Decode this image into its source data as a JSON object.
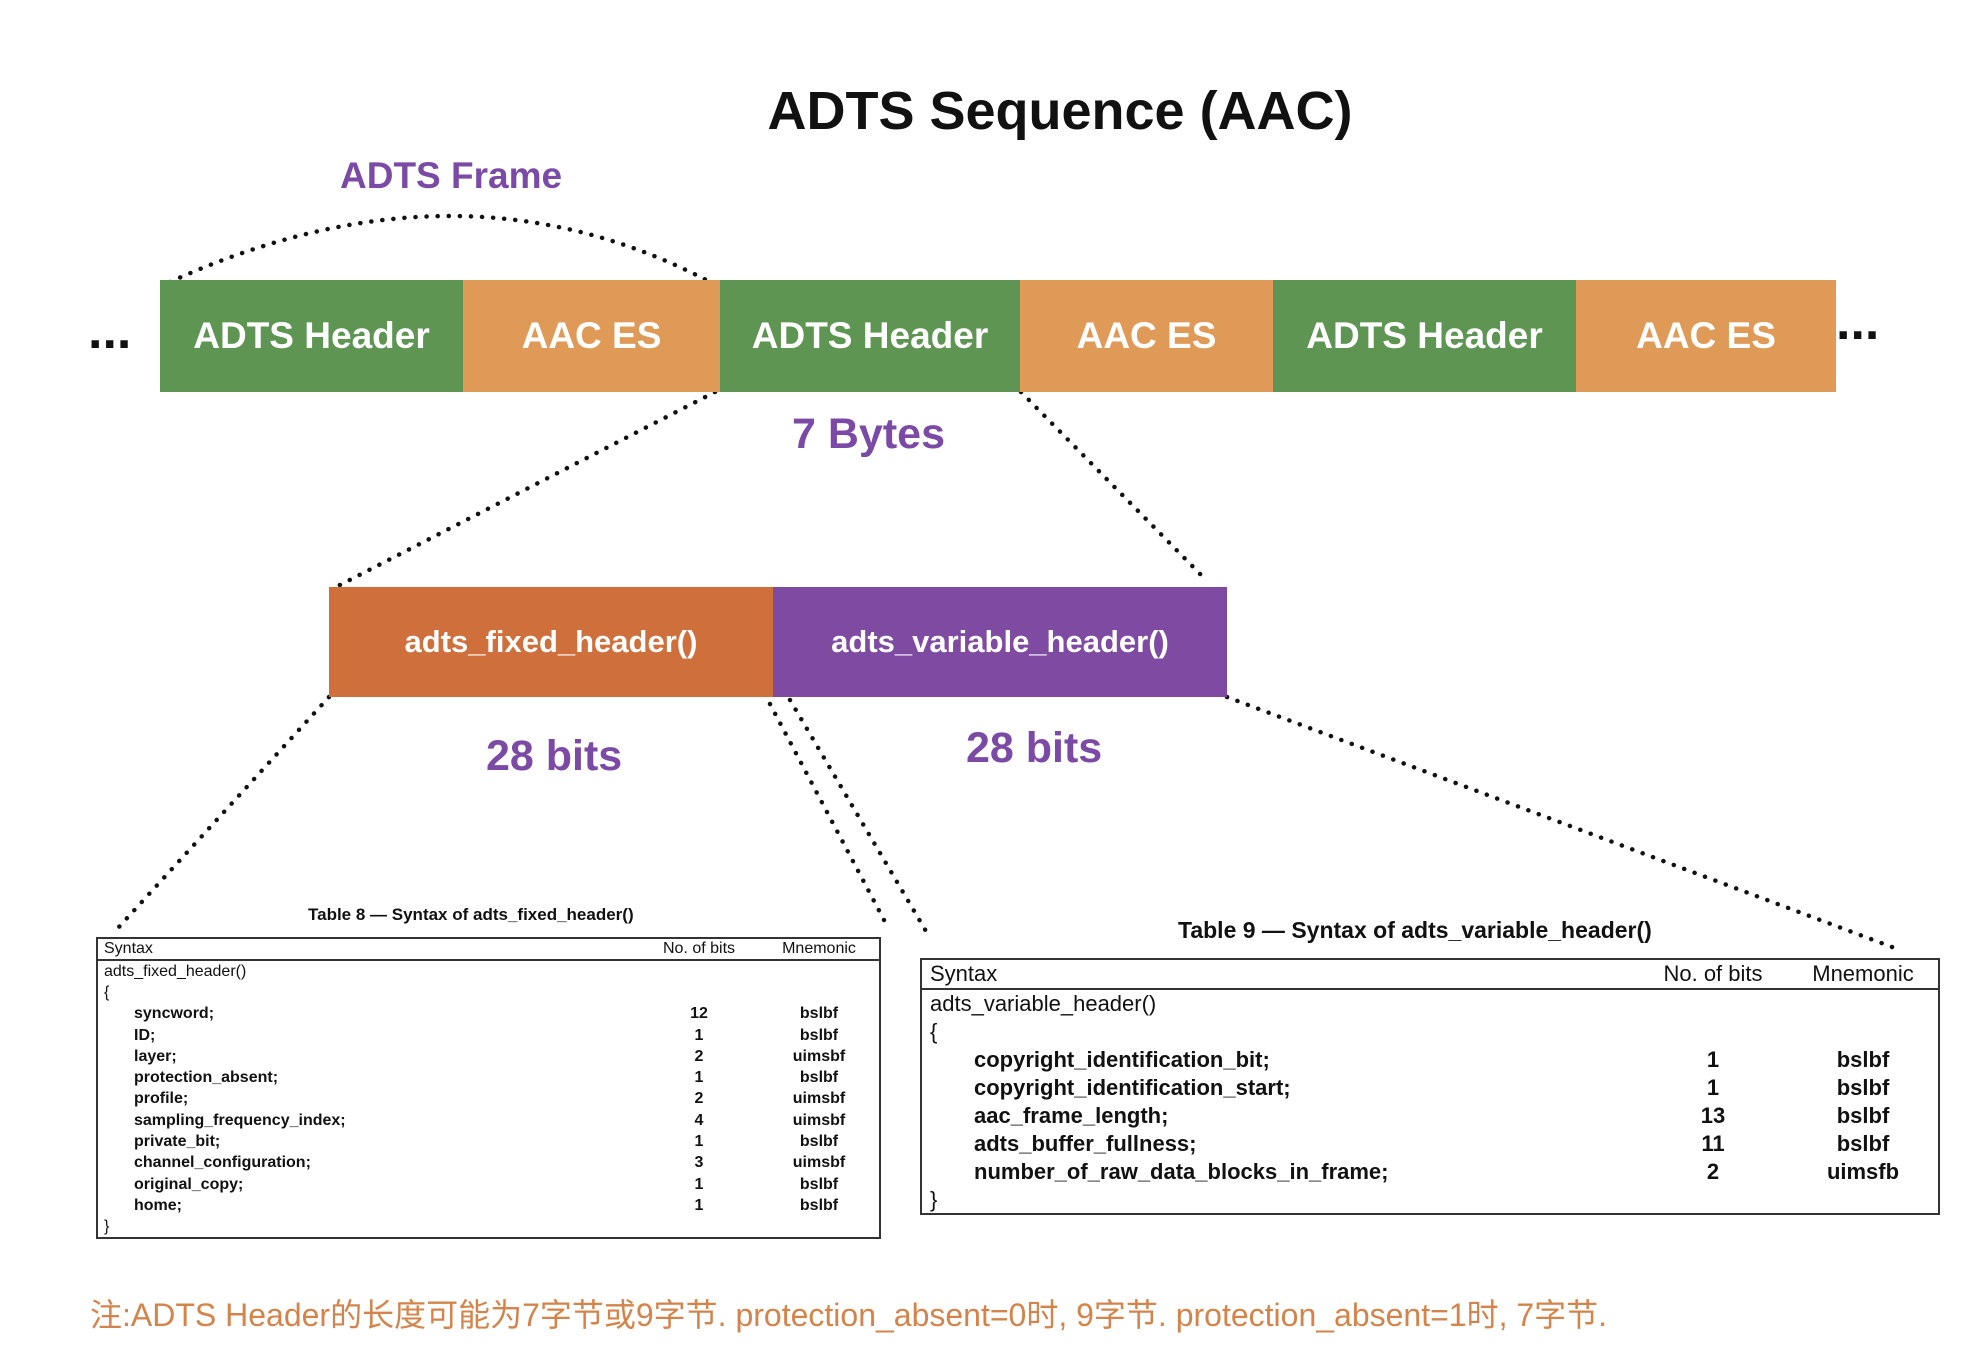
{
  "title": "ADTS Sequence (AAC)",
  "frame_label": "ADTS Frame",
  "ellipsis": "...",
  "sequence": [
    {
      "label": "ADTS Header",
      "kind": "header"
    },
    {
      "label": "AAC ES",
      "kind": "es"
    },
    {
      "label": "ADTS Header",
      "kind": "header"
    },
    {
      "label": "AAC ES",
      "kind": "es"
    },
    {
      "label": "ADTS Header",
      "kind": "header"
    },
    {
      "label": "AAC ES",
      "kind": "es"
    }
  ],
  "header_size_label": "7 Bytes",
  "header_parts": {
    "fixed": {
      "label": "adts_fixed_header()",
      "bits": "28 bits"
    },
    "variable": {
      "label": "adts_variable_header()",
      "bits": "28 bits"
    }
  },
  "fixed_table": {
    "caption": "Table 8 — Syntax of adts_fixed_header()",
    "columns": [
      "Syntax",
      "No. of bits",
      "Mnemonic"
    ],
    "func": "adts_fixed_header()",
    "open": "{",
    "close": "}",
    "rows": [
      {
        "name": "syncword;",
        "bits": "12",
        "mnemonic": "bslbf"
      },
      {
        "name": "ID;",
        "bits": "1",
        "mnemonic": "bslbf"
      },
      {
        "name": "layer;",
        "bits": "2",
        "mnemonic": "uimsbf"
      },
      {
        "name": "protection_absent;",
        "bits": "1",
        "mnemonic": "bslbf"
      },
      {
        "name": "profile;",
        "bits": "2",
        "mnemonic": "uimsbf"
      },
      {
        "name": "sampling_frequency_index;",
        "bits": "4",
        "mnemonic": "uimsbf"
      },
      {
        "name": "private_bit;",
        "bits": "1",
        "mnemonic": "bslbf"
      },
      {
        "name": "channel_configuration;",
        "bits": "3",
        "mnemonic": "uimsbf"
      },
      {
        "name": "original_copy;",
        "bits": "1",
        "mnemonic": "bslbf"
      },
      {
        "name": "home;",
        "bits": "1",
        "mnemonic": "bslbf"
      }
    ]
  },
  "variable_table": {
    "caption": "Table 9 — Syntax of adts_variable_header()",
    "columns": [
      "Syntax",
      "No. of bits",
      "Mnemonic"
    ],
    "func": "adts_variable_header()",
    "open": "{",
    "close": "}",
    "rows": [
      {
        "name": "copyright_identification_bit;",
        "bits": "1",
        "mnemonic": "bslbf"
      },
      {
        "name": "copyright_identification_start;",
        "bits": "1",
        "mnemonic": "bslbf"
      },
      {
        "name": "aac_frame_length;",
        "bits": "13",
        "mnemonic": "bslbf"
      },
      {
        "name": "adts_buffer_fullness;",
        "bits": "11",
        "mnemonic": "bslbf"
      },
      {
        "name": "number_of_raw_data_blocks_in_frame;",
        "bits": "2",
        "mnemonic": "uimsfb"
      }
    ]
  },
  "note": "注:ADTS Header的长度可能为7字节或9字节. protection_absent=0时, 9字节. protection_absent=1时, 7字节.",
  "colors": {
    "header_green": "#5e9553",
    "es_orange": "#df9a57",
    "fixed_orange": "#cf6f3c",
    "variable_purple": "#7f4aa2",
    "label_purple": "#7b4aa6",
    "note_orange": "#d4844b"
  }
}
